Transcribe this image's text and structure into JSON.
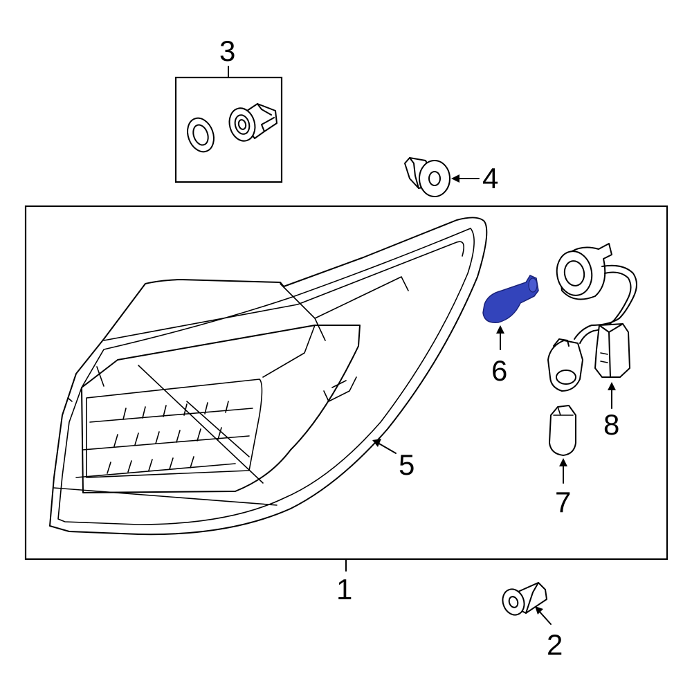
{
  "diagram": {
    "colors": {
      "line": "#000000",
      "background": "#ffffff",
      "highlight": "#3344bb"
    },
    "callouts": [
      {
        "id": "1",
        "label": "1"
      },
      {
        "id": "2",
        "label": "2"
      },
      {
        "id": "3",
        "label": "3"
      },
      {
        "id": "4",
        "label": "4"
      },
      {
        "id": "5",
        "label": "5"
      },
      {
        "id": "6",
        "label": "6"
      },
      {
        "id": "7",
        "label": "7"
      },
      {
        "id": "8",
        "label": "8"
      }
    ],
    "highlighted_part": "6"
  }
}
